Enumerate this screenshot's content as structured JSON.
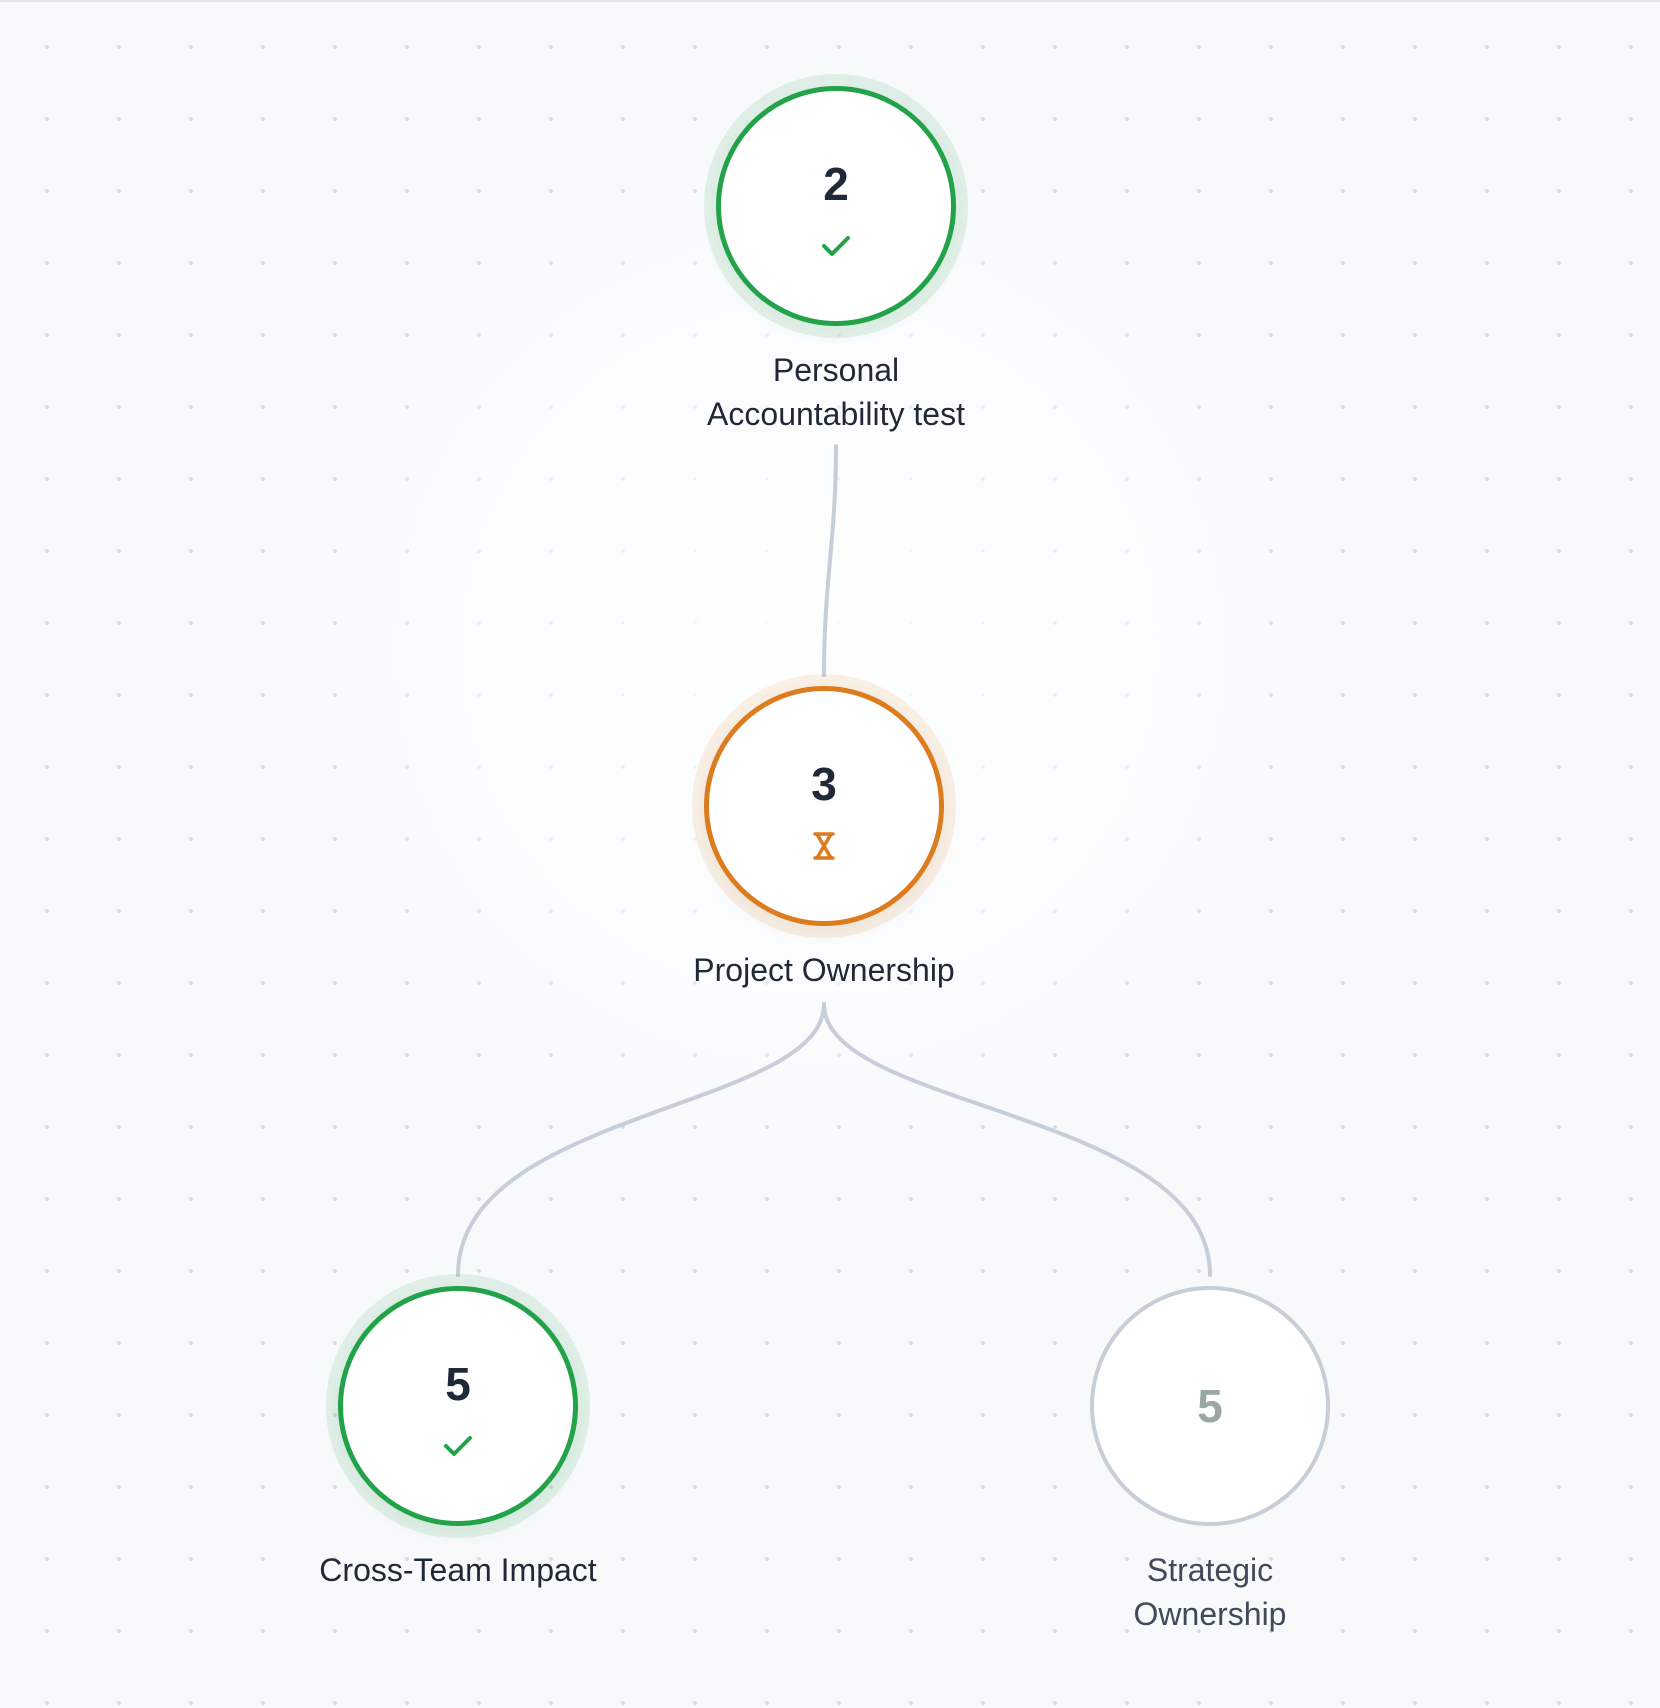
{
  "diagram": {
    "nodes": [
      {
        "id": "personal-accountability",
        "number": "2",
        "status": "completed",
        "status_icon": "check-icon",
        "label_lines": [
          "Personal",
          "Accountability test"
        ]
      },
      {
        "id": "project-ownership",
        "number": "3",
        "status": "in-progress",
        "status_icon": "hourglass-icon",
        "label_lines": [
          "Project Ownership"
        ]
      },
      {
        "id": "cross-team-impact",
        "number": "5",
        "status": "completed",
        "status_icon": "check-icon",
        "label_lines": [
          "Cross-Team Impact"
        ]
      },
      {
        "id": "strategic-ownership",
        "number": "5",
        "status": "locked",
        "status_icon": "",
        "label_lines": [
          "Strategic",
          "Ownership"
        ]
      }
    ],
    "edges": [
      {
        "from": "personal-accountability",
        "to": "project-ownership"
      },
      {
        "from": "project-ownership",
        "to": "cross-team-impact"
      },
      {
        "from": "project-ownership",
        "to": "strategic-ownership"
      }
    ]
  },
  "colors": {
    "completed": "#22a34a",
    "in_progress": "#dc7c1f",
    "locked": "#c6ced8",
    "connector": "#c5ced9",
    "text": "#1f2937",
    "locked_number": "#9aa8a0"
  }
}
